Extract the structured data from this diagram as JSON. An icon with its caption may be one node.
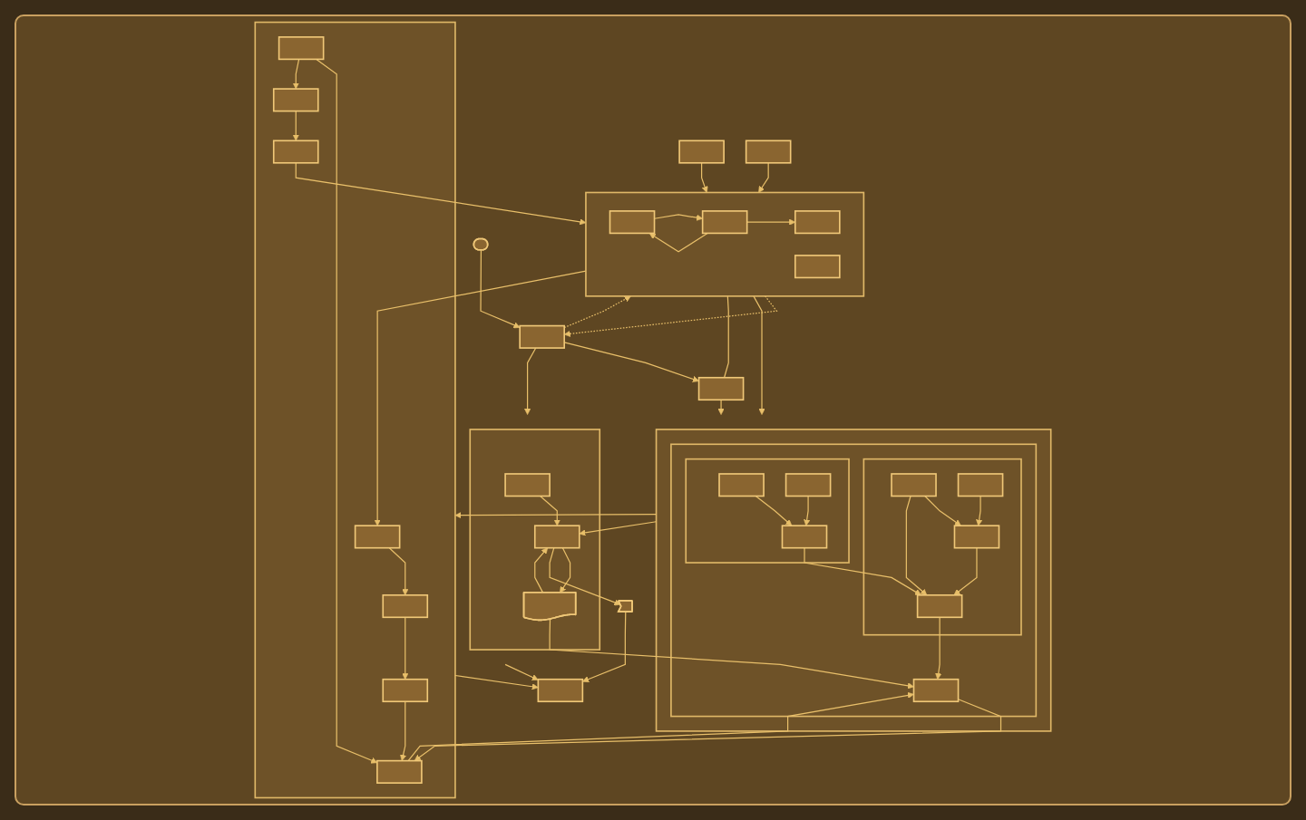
{
  "diagram": {
    "nodes": [
      {
        "text": [],
        "shape": "stadium"
      },
      {
        "text": [],
        "shape": "box"
      },
      {
        "text": [],
        "shape": "box"
      },
      {
        "text": [],
        "shape": "box"
      },
      {
        "text": [],
        "shape": "box",
        "in": 3
      },
      {
        "text": [],
        "shape": "box",
        "in": 3
      },
      {
        "text": [],
        "shape": "box",
        "in": 3
      },
      {
        "text": [],
        "shape": "box",
        "in": 3
      },
      {
        "text": [],
        "shape": "box"
      },
      {
        "text": [],
        "shape": "box"
      },
      {
        "text": [],
        "shape": "box"
      },
      {
        "text": [],
        "shape": "box",
        "in": 10
      },
      {
        "text": [],
        "shape": "box",
        "in": 11
      },
      {
        "text": [],
        "shape": "box",
        "in": 12
      },
      {
        "text": [],
        "shape": "box",
        "in": 12
      },
      {
        "text": [],
        "shape": "box",
        "in": 12
      },
      {
        "text": [],
        "shape": "box",
        "in": 12
      },
      {
        "text": [],
        "shape": "box",
        "in": 11
      },
      {
        "text": [],
        "shape": "box",
        "in": 17
      },
      {
        "text": [],
        "shape": "box",
        "in": 17
      },
      {
        "text": [],
        "shape": "box",
        "in": 17
      },
      {
        "text": [],
        "shape": "box",
        "in": 11
      },
      {
        "text": [],
        "shape": "box"
      },
      {
        "text": [],
        "shape": "box",
        "in": 22
      },
      {
        "text": [],
        "shape": "box",
        "in": 22
      },
      {
        "text": [],
        "shape": "document",
        "in": 22
      },
      {
        "text": [],
        "shape": "pentagon"
      },
      {
        "text": [],
        "shape": "box"
      },
      {
        "text": [],
        "shape": "box",
        "in": 27
      },
      {
        "text": [],
        "shape": "box",
        "in": 27
      },
      {
        "text": [],
        "shape": "box",
        "in": 27
      },
      {
        "text": [],
        "shape": "box",
        "in": 27
      },
      {
        "text": [],
        "shape": "box",
        "in": 27
      },
      {
        "text": [],
        "shape": "box",
        "in": 27
      },
      {
        "text": [],
        "shape": "box",
        "in": 27
      },
      {
        "text": [],
        "shape": "box"
      }
    ],
    "edges": [
      {
        "from": 0,
        "to": 1,
        "arrow": "to"
      },
      {
        "from": 1,
        "to": 2,
        "arrow": "to"
      },
      {
        "from": 2,
        "to": 10,
        "arrow": "to"
      },
      {
        "from": 1,
        "to": 22,
        "arrow": "to"
      },
      {
        "from": 2,
        "to": 3,
        "arrow": "none"
      },
      {
        "from": 3,
        "to": 1,
        "arrow": "to",
        "style": "dashed"
      },
      {
        "from": 1,
        "to": 3,
        "arrow": "to",
        "style": "dashed"
      },
      {
        "from": 4,
        "to": 5,
        "arrow": "to"
      },
      {
        "from": 5,
        "to": 4,
        "arrow": "to"
      },
      {
        "from": 5,
        "to": 7,
        "arrow": "to"
      },
      {
        "from": 8,
        "to": 3,
        "arrow": "to"
      },
      {
        "from": 9,
        "to": 3,
        "arrow": "to"
      },
      {
        "from": 3,
        "to": 10,
        "arrow": "to"
      },
      {
        "from": 13,
        "to": 15,
        "arrow": "to"
      },
      {
        "from": 14,
        "to": 15,
        "arrow": "to"
      },
      {
        "from": 13,
        "to": 16,
        "arrow": "to"
      },
      {
        "from": 15,
        "to": 16,
        "arrow": "to"
      },
      {
        "from": 20,
        "to": 16,
        "arrow": "to"
      },
      {
        "from": 18,
        "to": 20,
        "arrow": "to"
      },
      {
        "from": 19,
        "to": 20,
        "arrow": "to"
      },
      {
        "from": 16,
        "to": 21,
        "arrow": "to"
      },
      {
        "from": 10,
        "to": 24,
        "arrow": "to"
      },
      {
        "from": 23,
        "to": 24,
        "arrow": "to"
      },
      {
        "from": 24,
        "to": 25,
        "arrow": "to"
      },
      {
        "from": 25,
        "to": 24,
        "arrow": "to"
      },
      {
        "from": 24,
        "to": 26,
        "arrow": "to"
      },
      {
        "from": 25,
        "to": 21,
        "arrow": "to"
      },
      {
        "from": 21,
        "to": 34,
        "arrow": "to"
      },
      {
        "from": 34,
        "to": 21,
        "arrow": "to"
      },
      {
        "from": 10,
        "to": 27,
        "arrow": "to"
      },
      {
        "from": 3,
        "to": 28,
        "arrow": "to"
      },
      {
        "from": 31,
        "to": 3,
        "arrow": "to"
      },
      {
        "from": 28,
        "to": 29,
        "arrow": "to"
      },
      {
        "from": 29,
        "to": 30,
        "arrow": "to"
      },
      {
        "from": 30,
        "to": 34,
        "arrow": "to"
      },
      {
        "from": 33,
        "to": 34,
        "arrow": "to"
      },
      {
        "from": 33,
        "to": 32,
        "arrow": "to"
      },
      {
        "from": 32,
        "to": 31,
        "arrow": "to"
      },
      {
        "from": 27,
        "to": 35,
        "arrow": "to"
      },
      {
        "from": 26,
        "to": 35,
        "arrow": "to"
      },
      {
        "from": 22,
        "to": 35,
        "arrow": "to"
      }
    ]
  }
}
